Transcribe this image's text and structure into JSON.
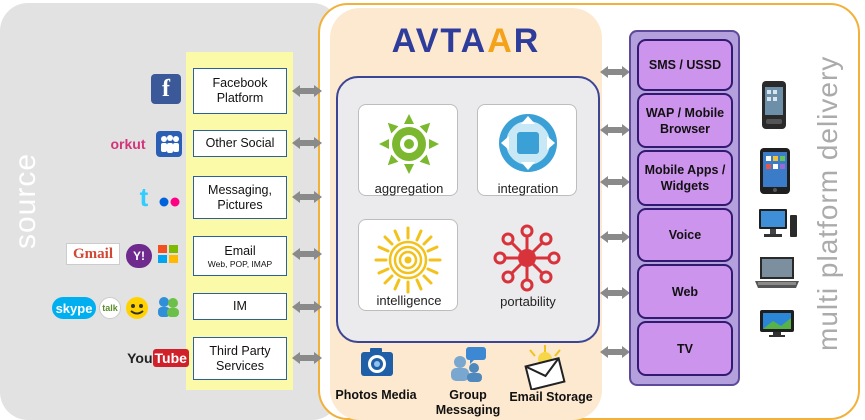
{
  "title": {
    "prefix": "AVTA",
    "accent": "A",
    "suffix": "R"
  },
  "left_label": "source",
  "right_label": "multi platform delivery",
  "sources": [
    {
      "label": "Facebook Platform",
      "sub": ""
    },
    {
      "label": "Other Social",
      "sub": ""
    },
    {
      "label": "Messaging, Pictures",
      "sub": ""
    },
    {
      "label": "Email",
      "sub": "Web, POP, IMAP"
    },
    {
      "label": "IM",
      "sub": ""
    },
    {
      "label": "Third Party Services",
      "sub": ""
    }
  ],
  "logos": {
    "facebook": "f",
    "orkut": "orkut",
    "twitter": "t",
    "gmail": "Gmail",
    "yahoo": "Y!",
    "skype": "skype",
    "talk": "talk",
    "youtube": {
      "you": "You",
      "tube": "Tube"
    }
  },
  "capabilities": [
    {
      "label": "aggregation"
    },
    {
      "label": "integration"
    },
    {
      "label": "intelligence"
    },
    {
      "label": "portability"
    }
  ],
  "channels": [
    {
      "label": "SMS / USSD"
    },
    {
      "label": "WAP / Mobile Browser"
    },
    {
      "label": "Mobile Apps / Widgets"
    },
    {
      "label": "Voice"
    },
    {
      "label": "Web"
    },
    {
      "label": "TV"
    }
  ],
  "features": [
    {
      "label": "Photos Media"
    },
    {
      "label": "Group Messaging"
    },
    {
      "label": "Email Storage"
    }
  ],
  "colors": {
    "title_blue": "#2e3d9c",
    "title_accent": "#f4a21a",
    "aggregation_green": "#7cb82f",
    "integration_blue": "#3aa0d6",
    "intelligence_yellow": "#f2c21b",
    "portability_red": "#d8323a",
    "channel_purple": "#cd94ee"
  }
}
